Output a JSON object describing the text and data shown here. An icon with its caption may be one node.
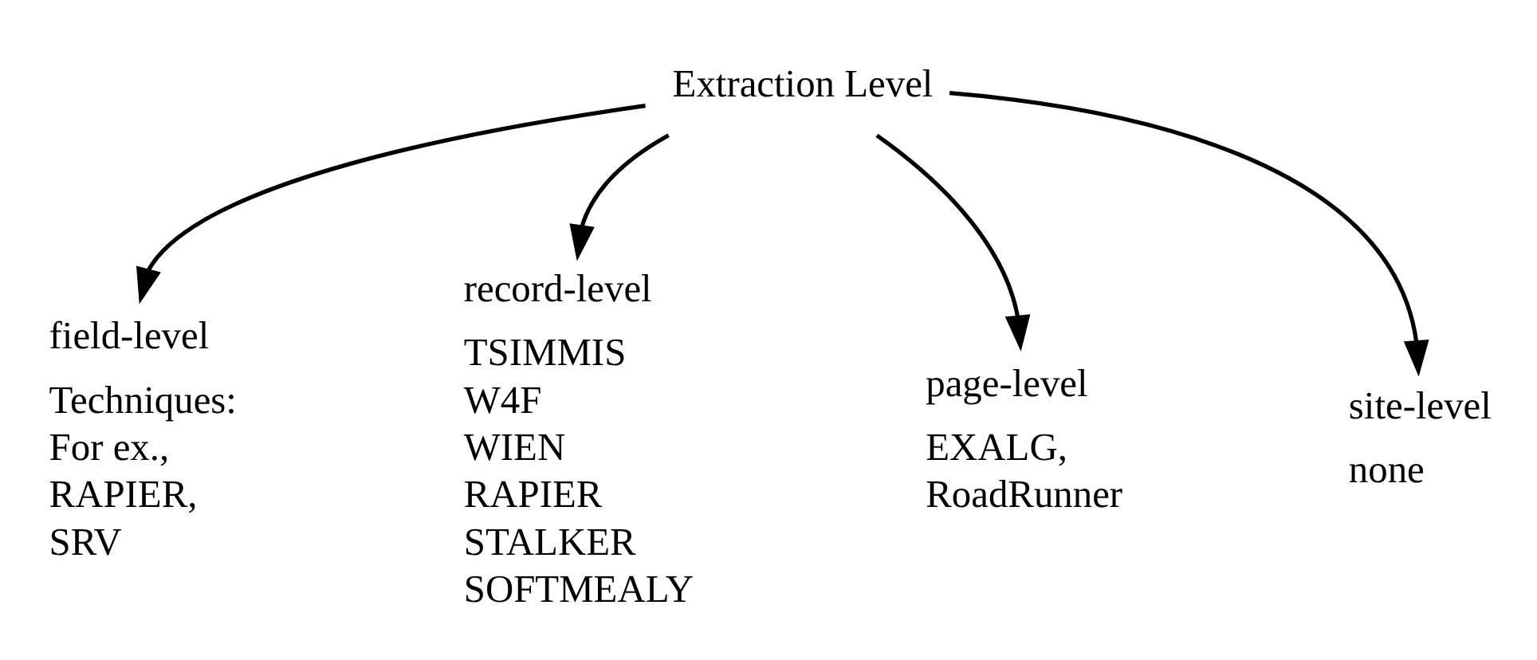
{
  "diagram": {
    "nodes": [
      {
        "text": [
          "Extraction Level"
        ]
      },
      {
        "text": [
          "field-level"
        ],
        "beside": [
          "Techniques:",
          "For ex.,",
          "RAPIER,",
          "SRV"
        ]
      },
      {
        "text": [
          "record-level"
        ],
        "beside": [
          "TSIMMIS",
          "W4F",
          "WIEN",
          "RAPIER",
          "STALKER",
          "SOFTMEALY"
        ]
      },
      {
        "text": [
          "page-level"
        ],
        "beside": [
          "EXALG,",
          "RoadRunner"
        ]
      },
      {
        "text": [
          "site-level"
        ],
        "beside": [
          "none"
        ]
      }
    ],
    "edges": [
      {
        "from": 0,
        "to": 1,
        "arrow": "to"
      },
      {
        "from": 0,
        "to": 2,
        "arrow": "to"
      },
      {
        "from": 0,
        "to": 3,
        "arrow": "to"
      },
      {
        "from": 0,
        "to": 4,
        "arrow": "to"
      }
    ]
  }
}
